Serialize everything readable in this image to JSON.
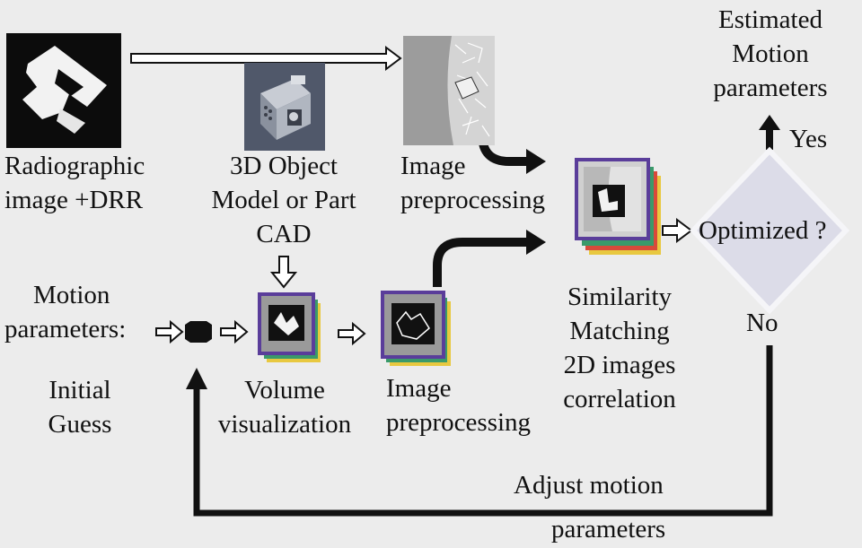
{
  "labels": {
    "radiographic": [
      "Radiographic",
      "image +DRR"
    ],
    "object_model": [
      "3D  Object",
      "Model or Part",
      "CAD"
    ],
    "image_preproc_top": [
      "Image",
      "preprocessing"
    ],
    "estimated": [
      "Estimated",
      "Motion",
      "parameters"
    ],
    "yes": "Yes",
    "optimized": "Optimized ?",
    "no": "No",
    "motion_params": [
      "Motion",
      "parameters:"
    ],
    "initial_guess": [
      "Initial",
      "Guess"
    ],
    "volume_vis": [
      "Volume",
      "visualization"
    ],
    "image_preproc_bottom": [
      "Image",
      "preprocessing"
    ],
    "similarity": [
      "Similarity",
      "Matching",
      "2D images",
      "correlation"
    ],
    "adjust": "Adjust motion",
    "adjust_params": "parameters"
  },
  "colors": {
    "stack_purple": "#5a3d9a",
    "stack_green": "#3a9a6a",
    "stack_yellow": "#e8c840",
    "stack_red": "#d84a3a",
    "arrow": "#111111"
  }
}
